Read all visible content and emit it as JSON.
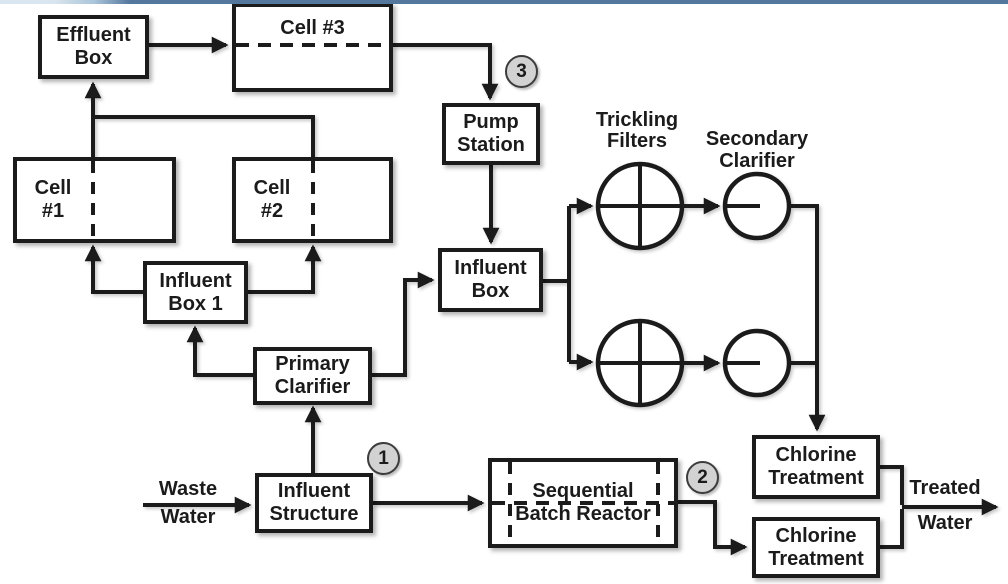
{
  "nodes": {
    "effluent_box": {
      "label": "Effluent\nBox"
    },
    "cell_3": {
      "label": "Cell #3"
    },
    "cell_1": {
      "label": "Cell\n#1"
    },
    "cell_2": {
      "label": "Cell\n#2"
    },
    "pump_station": {
      "label": "Pump\nStation"
    },
    "influent_box": {
      "label": "Influent\nBox"
    },
    "influent_box_1": {
      "label": "Influent\nBox 1"
    },
    "primary_clarifier": {
      "label": "Primary\nClarifier"
    },
    "influent_structure": {
      "label": "Influent\nStructure"
    },
    "sequential_batch_reactor": {
      "label": "Sequential\nBatch Reactor"
    },
    "chlorine_treatment_top": {
      "label": "Chlorine\nTreatment"
    },
    "chlorine_treatment_bottom": {
      "label": "Chlorine\nTreatment"
    }
  },
  "unit_labels": {
    "trickling_filters": "Trickling\nFilters",
    "secondary_clarifier": "Secondary\nClarifier"
  },
  "flow_labels": {
    "waste_water": {
      "line1": "Waste",
      "line2": "Water"
    },
    "treated_water": {
      "line1": "Treated",
      "line2": "Water"
    }
  },
  "badges": {
    "step_1": "1",
    "step_2": "2",
    "step_3": "3"
  },
  "colors": {
    "line": "#1b1b1b",
    "badge_fill": "#d2d2d2",
    "badge_border": "#3c3c3c",
    "footer_light": "#d9e5ef",
    "footer_mid": "#a9c4d8",
    "footer_dark": "#54779e"
  }
}
